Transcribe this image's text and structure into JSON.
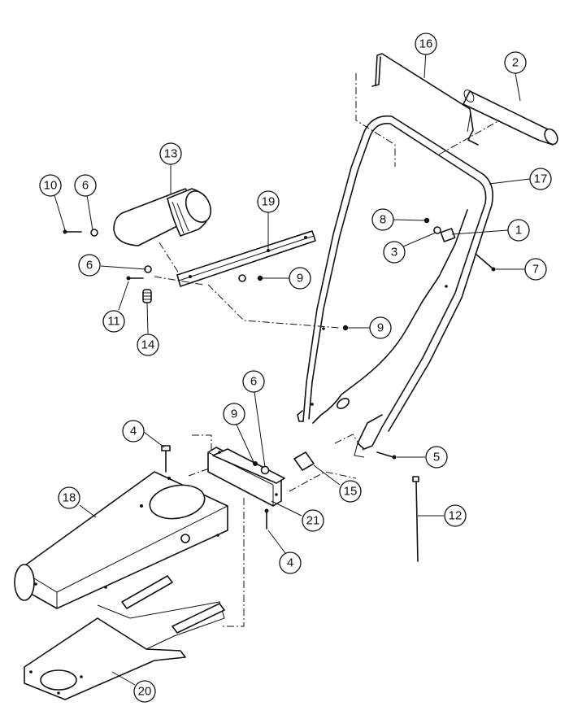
{
  "diagram": {
    "callouts": [
      {
        "id": "c16",
        "label": "16"
      },
      {
        "id": "c2",
        "label": "2"
      },
      {
        "id": "c17",
        "label": "17"
      },
      {
        "id": "c13",
        "label": "13"
      },
      {
        "id": "c10",
        "label": "10"
      },
      {
        "id": "c6a",
        "label": "6"
      },
      {
        "id": "c19",
        "label": "19"
      },
      {
        "id": "c8",
        "label": "8"
      },
      {
        "id": "c1",
        "label": "1"
      },
      {
        "id": "c3",
        "label": "3"
      },
      {
        "id": "c7",
        "label": "7"
      },
      {
        "id": "c6b",
        "label": "6"
      },
      {
        "id": "c9a",
        "label": "9"
      },
      {
        "id": "c11",
        "label": "11"
      },
      {
        "id": "c14",
        "label": "14"
      },
      {
        "id": "c9b",
        "label": "9"
      },
      {
        "id": "c6c",
        "label": "6"
      },
      {
        "id": "c9c",
        "label": "9"
      },
      {
        "id": "c4a",
        "label": "4"
      },
      {
        "id": "c5",
        "label": "5"
      },
      {
        "id": "c18",
        "label": "18"
      },
      {
        "id": "c15",
        "label": "15"
      },
      {
        "id": "c21",
        "label": "21"
      },
      {
        "id": "c12",
        "label": "12"
      },
      {
        "id": "c4b",
        "label": "4"
      },
      {
        "id": "c20",
        "label": "20"
      }
    ]
  }
}
